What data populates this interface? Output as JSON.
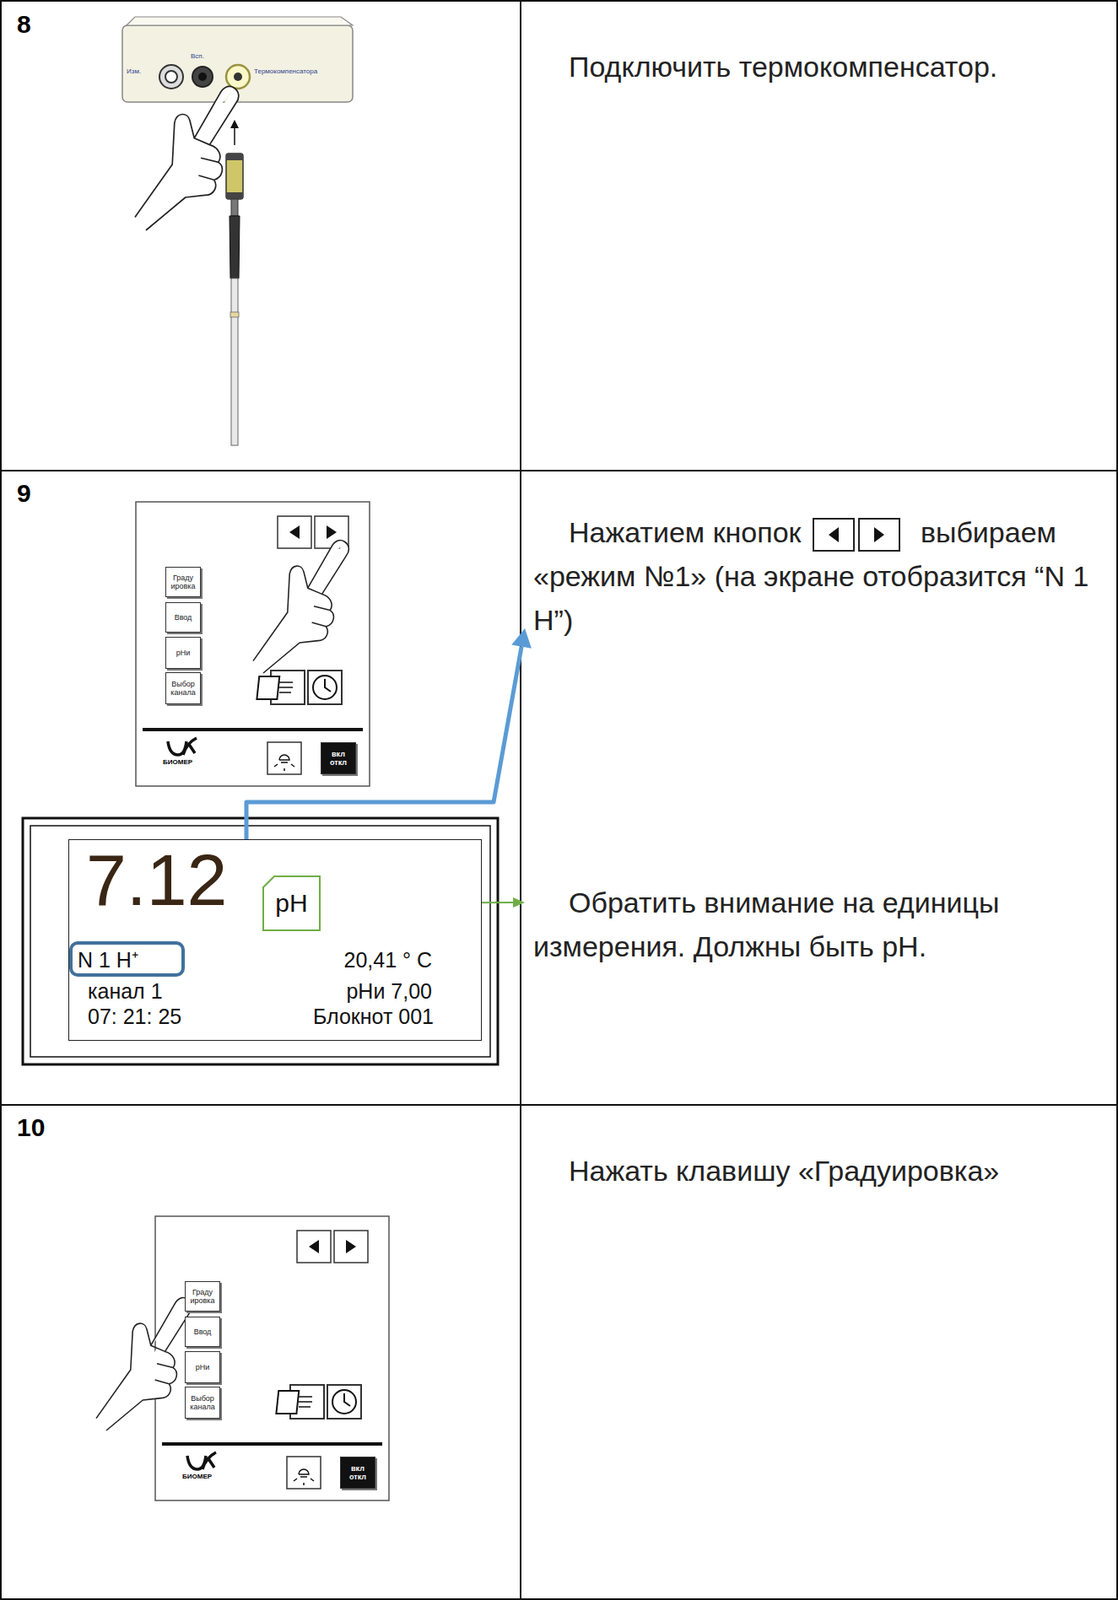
{
  "diagram": {
    "nodes": [
      {
        "text": [
          "Подключить термокомпенсатор."
        ]
      },
      {
        "text": [
          "Граду ировка"
        ]
      },
      {
        "text": [
          "Ввод"
        ]
      },
      {
        "text": [
          "рНи"
        ]
      },
      {
        "text": [
          "Выбор канала"
        ]
      },
      {
        "text": [
          "вкл откл"
        ]
      },
      {
        "text": [
          "Нажатием кнопок",
          "выбираем «режим №1» (на экране отобразится “N 1 H”)"
        ]
      },
      {
        "text": [
          "7.12",
          "20,41 ° C",
          "канал 1",
          "рНи 7,00",
          "07: 21: 25",
          "Блокнот 001"
        ]
      },
      {
        "text": [
          "N 1 H⁺"
        ],
        "in": 7
      },
      {
        "text": [
          "pH"
        ],
        "in": 7
      },
      {
        "text": [
          "Обратить внимание на единицы измерения. Должны быть pH."
        ]
      },
      {
        "text": [
          "Граду ировка"
        ]
      },
      {
        "text": [
          "Ввод"
        ]
      },
      {
        "text": [
          "рНи"
        ]
      },
      {
        "text": [
          "Выбор канала"
        ]
      },
      {
        "text": [
          "вкл откл"
        ]
      },
      {
        "text": [
          "Нажать клавишу «Градуировка»"
        ]
      }
    ],
    "edges": [
      {
        "from": 8,
        "to": 6,
        "arrow": "to"
      },
      {
        "from": 9,
        "to": 10,
        "arrow": "to"
      }
    ],
    "labels": [
      "8",
      "Изм.",
      "Всп.",
      "Термокомпенсатора",
      "9",
      "БИОМЕР",
      "10",
      "БИОМЕР"
    ]
  }
}
